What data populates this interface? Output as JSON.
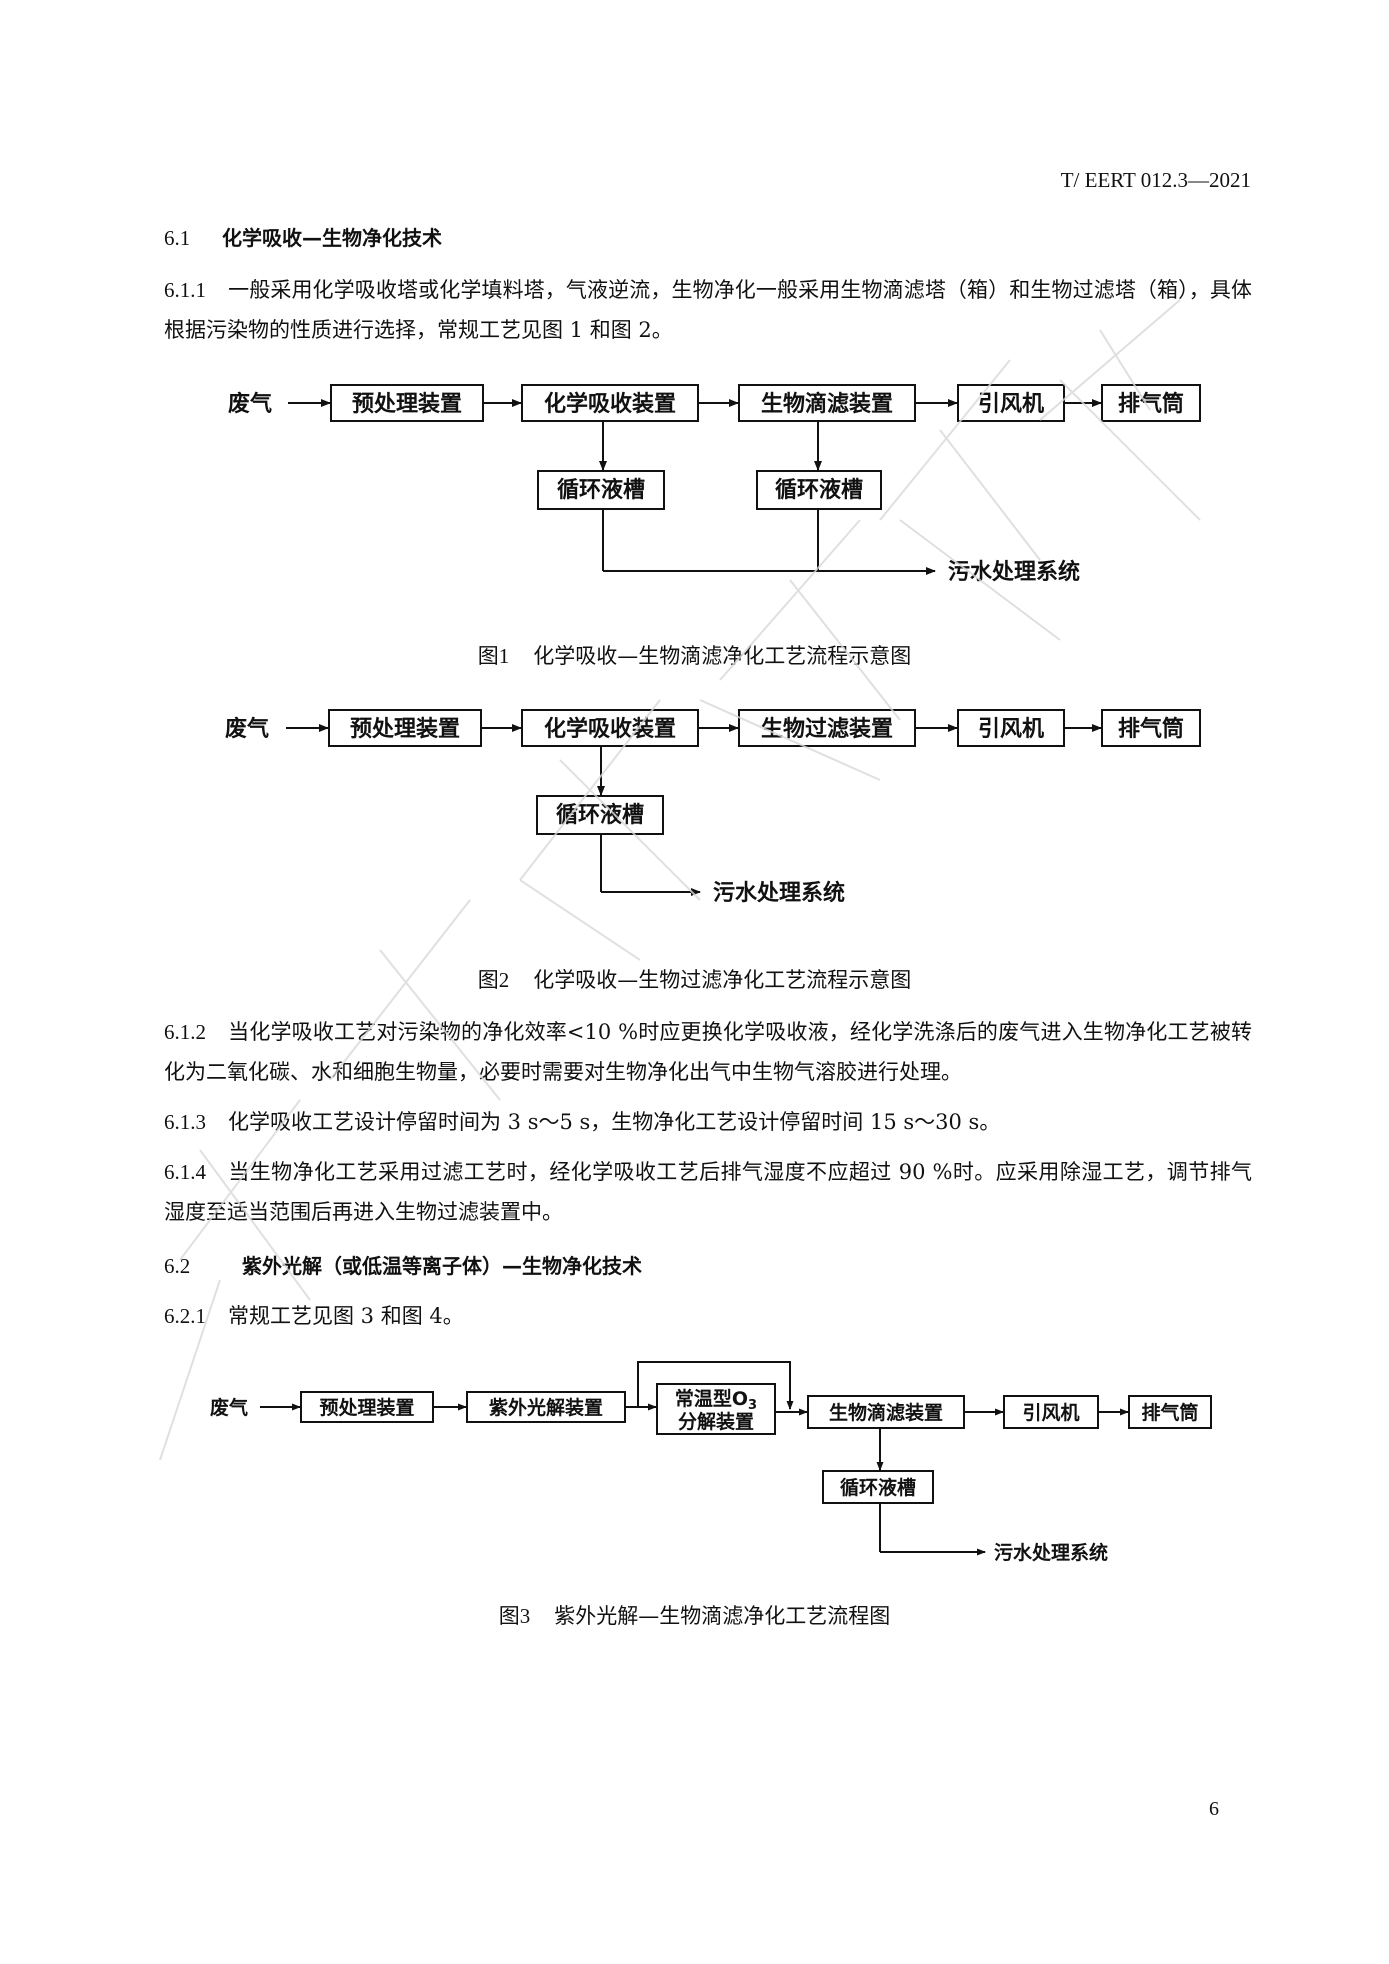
{
  "header": {
    "doc_code": "T/ EERT 012.3—2021"
  },
  "sections": {
    "s6_1": {
      "num": "6.1",
      "title": "化学吸收—生物净化技术"
    },
    "s6_2": {
      "num": "6.2",
      "title": "紫外光解（或低温等离子体）—生物净化技术"
    }
  },
  "paragraphs": {
    "p6_1_1": {
      "num": "6.1.1",
      "text": "一般采用化学吸收塔或化学填料塔，气液逆流，生物净化一般采用生物滴滤塔（箱）和生物过滤塔（箱），具体根据污染物的性质进行选择，常规工艺见图 1 和图 2。"
    },
    "p6_1_2": {
      "num": "6.1.2",
      "text": "当化学吸收工艺对污染物的净化效率<10 %时应更换化学吸收液，经化学洗涤后的废气进入生物净化工艺被转化为二氧化碳、水和细胞生物量，必要时需要对生物净化出气中生物气溶胶进行处理。"
    },
    "p6_1_3": {
      "num": "6.1.3",
      "text": "化学吸收工艺设计停留时间为 3 s～5 s，生物净化工艺设计停留时间 15 s～30 s。"
    },
    "p6_1_4": {
      "num": "6.1.4",
      "text": "当生物净化工艺采用过滤工艺时，经化学吸收工艺后排气湿度不应超过 90 %时。应采用除湿工艺，调节排气湿度至适当范围后再进入生物过滤装置中。"
    },
    "p6_2_1": {
      "num": "6.2.1",
      "text": "常规工艺见图 3 和图 4。"
    }
  },
  "fig1": {
    "input": "废气",
    "b1": "预处理装置",
    "b2": "化学吸收装置",
    "b3": "生物滴滤装置",
    "b4": "引风机",
    "b5": "排气筒",
    "tank1": "循环液槽",
    "tank2": "循环液槽",
    "sewage": "污水处理系统",
    "caption_num": "图1",
    "caption_text": "化学吸收—生物滴滤净化工艺流程示意图"
  },
  "fig2": {
    "input": "废气",
    "b1": "预处理装置",
    "b2": "化学吸收装置",
    "b3": "生物过滤装置",
    "b4": "引风机",
    "b5": "排气筒",
    "tank1": "循环液槽",
    "sewage": "污水处理系统",
    "caption_num": "图2",
    "caption_text": "化学吸收—生物过滤净化工艺流程示意图"
  },
  "fig3": {
    "input": "废气",
    "b1": "预处理装置",
    "b2": "紫外光解装置",
    "b3_line1": "常温型O",
    "b3_sub": "3",
    "b3_line2": "分解装置",
    "b4": "生物滴滤装置",
    "b5": "引风机",
    "b6": "排气筒",
    "tank1": "循环液槽",
    "sewage": "污水处理系统",
    "caption_num": "图3",
    "caption_text": "紫外光解—生物滴滤净化工艺流程图"
  },
  "page_number": "6"
}
